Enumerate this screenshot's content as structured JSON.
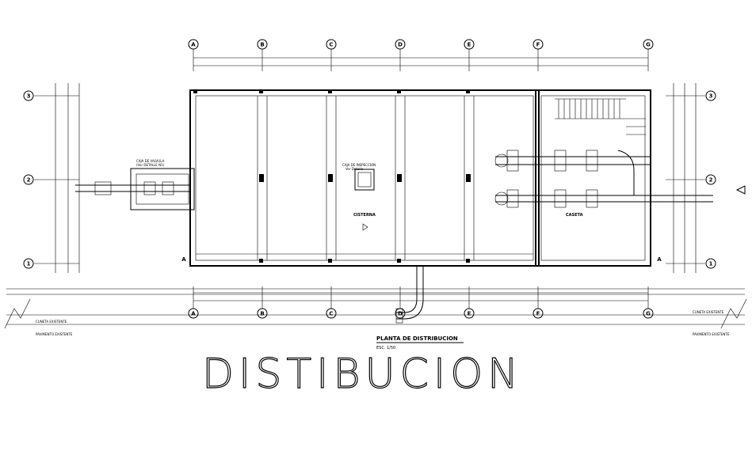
{
  "main_title": "DISTIBUCION",
  "plan_title": "PLANTA DE DISTRIBUCION",
  "plan_scale": "ESC. 1/50",
  "columns": [
    "A",
    "B",
    "C",
    "D",
    "E",
    "F",
    "G"
  ],
  "rows": [
    "3",
    "2",
    "1"
  ],
  "labels": {
    "cisterna": "CISTERNA",
    "caseta": "CASETA",
    "caja_valvula": "CAJA DE VALVULA",
    "caja_valvula_detail": "(Ver DETALLE N1)",
    "caja_inspeccion": "CAJA DE INSPECCION",
    "caja_inspeccion_detail": "Ver Detalle",
    "cuneta_izq": "CUNETA EXISTENTE",
    "cuneta_der": "CUNETA EXISTENTE",
    "pavimento_izq": "PAVIMENTO EXISTENTE",
    "pavimento_der": "PAVIMENTO EXISTENTE",
    "section_a_left": "A",
    "section_a_right": "A"
  }
}
